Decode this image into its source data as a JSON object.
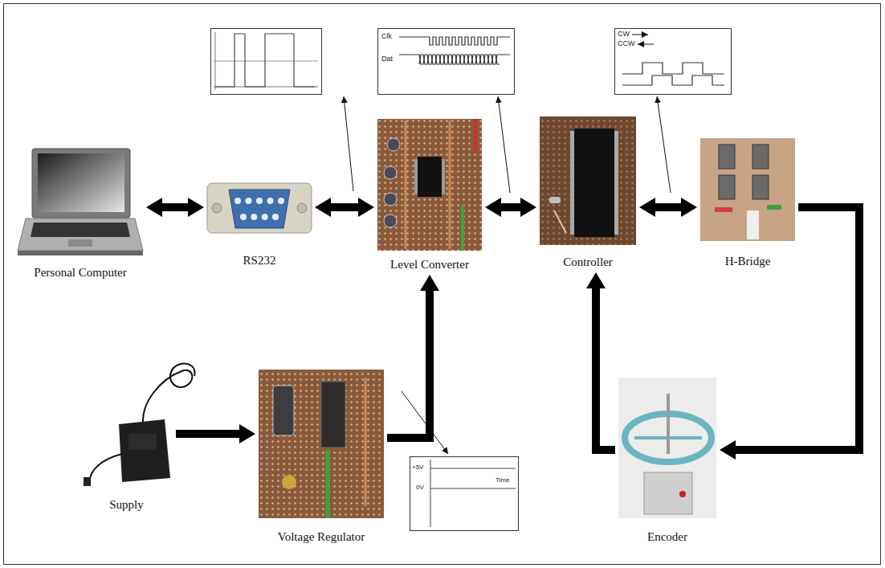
{
  "diagram": {
    "nodes": [
      {
        "text": [
          "Personal Computer"
        ]
      },
      {
        "text": [
          "RS232"
        ]
      },
      {
        "text": [
          "Level Converter"
        ]
      },
      {
        "text": [
          "Controller"
        ]
      },
      {
        "text": [
          "H-Bridge"
        ]
      },
      {
        "text": [
          "Supply"
        ]
      },
      {
        "text": [
          "Voltage Regulator"
        ]
      },
      {
        "text": [
          "Encoder"
        ]
      }
    ],
    "edges": [
      {
        "from": 0,
        "to": 1,
        "arrow": "both"
      },
      {
        "from": 1,
        "to": 2,
        "arrow": "both"
      },
      {
        "from": 2,
        "to": 3,
        "arrow": "both"
      },
      {
        "from": 3,
        "to": 4,
        "arrow": "both"
      },
      {
        "from": 4,
        "to": 7,
        "arrow": "to"
      },
      {
        "from": 7,
        "to": 3,
        "arrow": "to"
      },
      {
        "from": 5,
        "to": 6,
        "arrow": "to"
      },
      {
        "from": 6,
        "to": 2,
        "arrow": "to"
      }
    ],
    "labels": [
      "Clk",
      "Dat",
      "CW",
      "CCW",
      "+5V",
      "0V",
      "Time"
    ]
  }
}
